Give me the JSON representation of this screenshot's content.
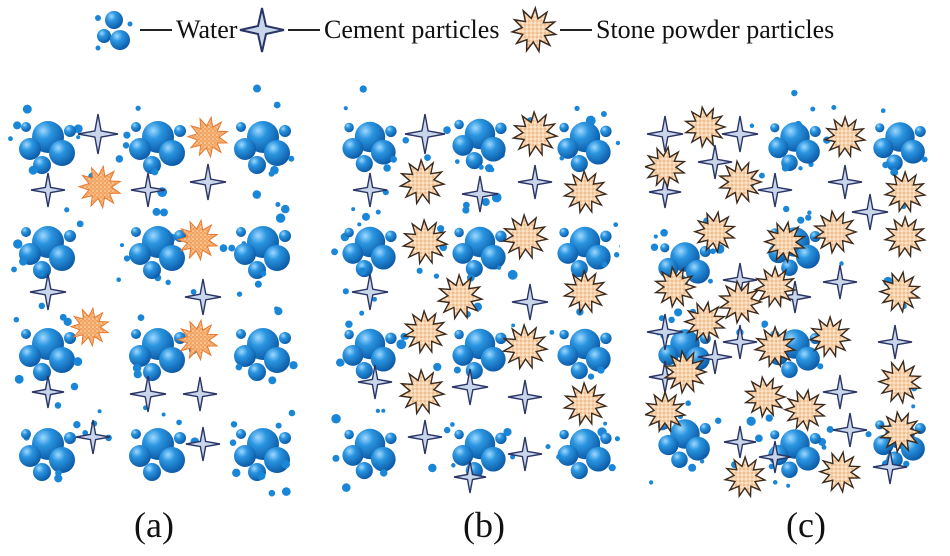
{
  "legend": {
    "water": {
      "label": "Water",
      "icon": "water-droplets-icon"
    },
    "cement": {
      "label": "Cement particles",
      "icon": "cement-star-icon"
    },
    "stone": {
      "label": "Stone powder particles",
      "icon": "stone-burst-icon"
    }
  },
  "panels": [
    {
      "label": "(a)"
    },
    {
      "label": "(b)"
    },
    {
      "label": "(c)"
    }
  ],
  "colors": {
    "water_dark": "#0b5fb0",
    "water_mid": "#1a86d8",
    "water_light": "#8fd0ff",
    "cement_fill": "#c9d6ea",
    "cement_stroke": "#2a3566",
    "stone_fill": "#f4c49a",
    "stone_stroke": "#3b2a1e",
    "stone_fill_a": "#f0a15a"
  }
}
